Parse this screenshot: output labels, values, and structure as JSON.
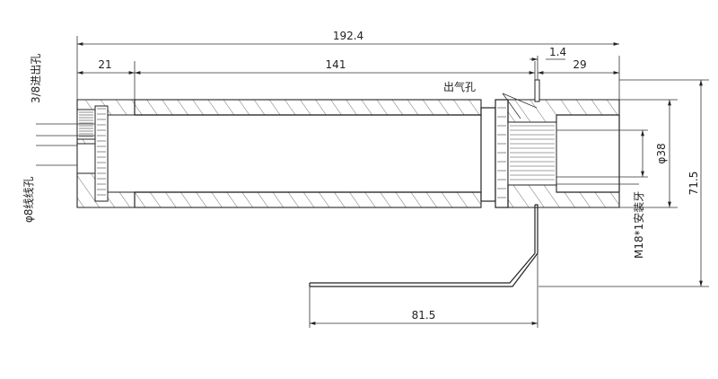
{
  "drawing": {
    "dimensions": {
      "overall_length": "192.4",
      "left_cap": "21",
      "body_length": "141",
      "gap": "1.4",
      "right_part": "29",
      "bracket_length": "81.5",
      "overall_height": "71.5",
      "diameter": "φ38"
    },
    "notes": {
      "inlet": "3/8进出孔",
      "cable_hole": "φ8线线孔",
      "outlet": "出气孔",
      "mount_thread": "M18*1安装牙"
    }
  }
}
